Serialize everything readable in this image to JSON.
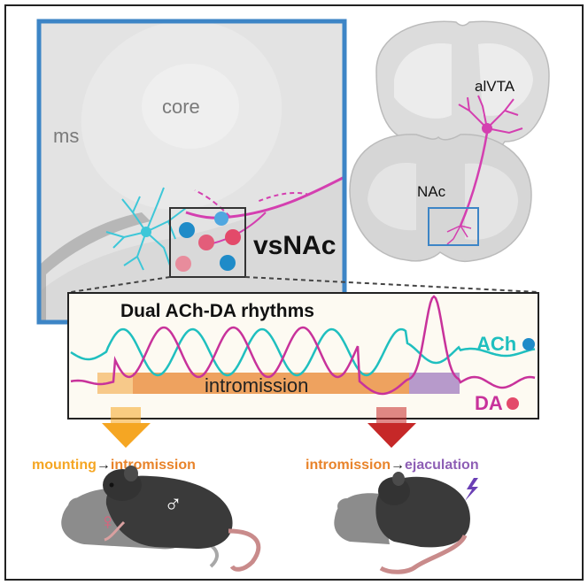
{
  "labels": {
    "ms": "ms",
    "core": "core",
    "vsnac": "vsNAc",
    "alvta": "alVTA",
    "nac": "NAc",
    "panel_title": "Dual ACh-DA rhythms",
    "ach": "ACh",
    "da": "DA",
    "intromission_bar": "intromission",
    "left_caption_a": "mounting",
    "left_caption_arrow": "→",
    "left_caption_b": "intromission",
    "right_caption_a": "intromission",
    "right_caption_arrow": "→",
    "right_caption_b": "ejaculation",
    "male_symbol": "♂",
    "female_symbol": "♀"
  },
  "colors": {
    "frame": "#222222",
    "zoom_box": "#3d85c6",
    "ach_trace": "#1fbfbf",
    "da_trace": "#c8329b",
    "mounting_orange": "#f5a623",
    "intromission_orange": "#e8832a",
    "ejaculation_purple": "#8e5fb5",
    "red_arrow": "#c62828",
    "panel_bg": "#fdfaf2"
  },
  "icons": {
    "neuron": "neuron-icon",
    "mouse": "mouse-icon",
    "lightning": "lightning-icon",
    "male": "male-symbol-icon",
    "female": "female-symbol-icon"
  }
}
